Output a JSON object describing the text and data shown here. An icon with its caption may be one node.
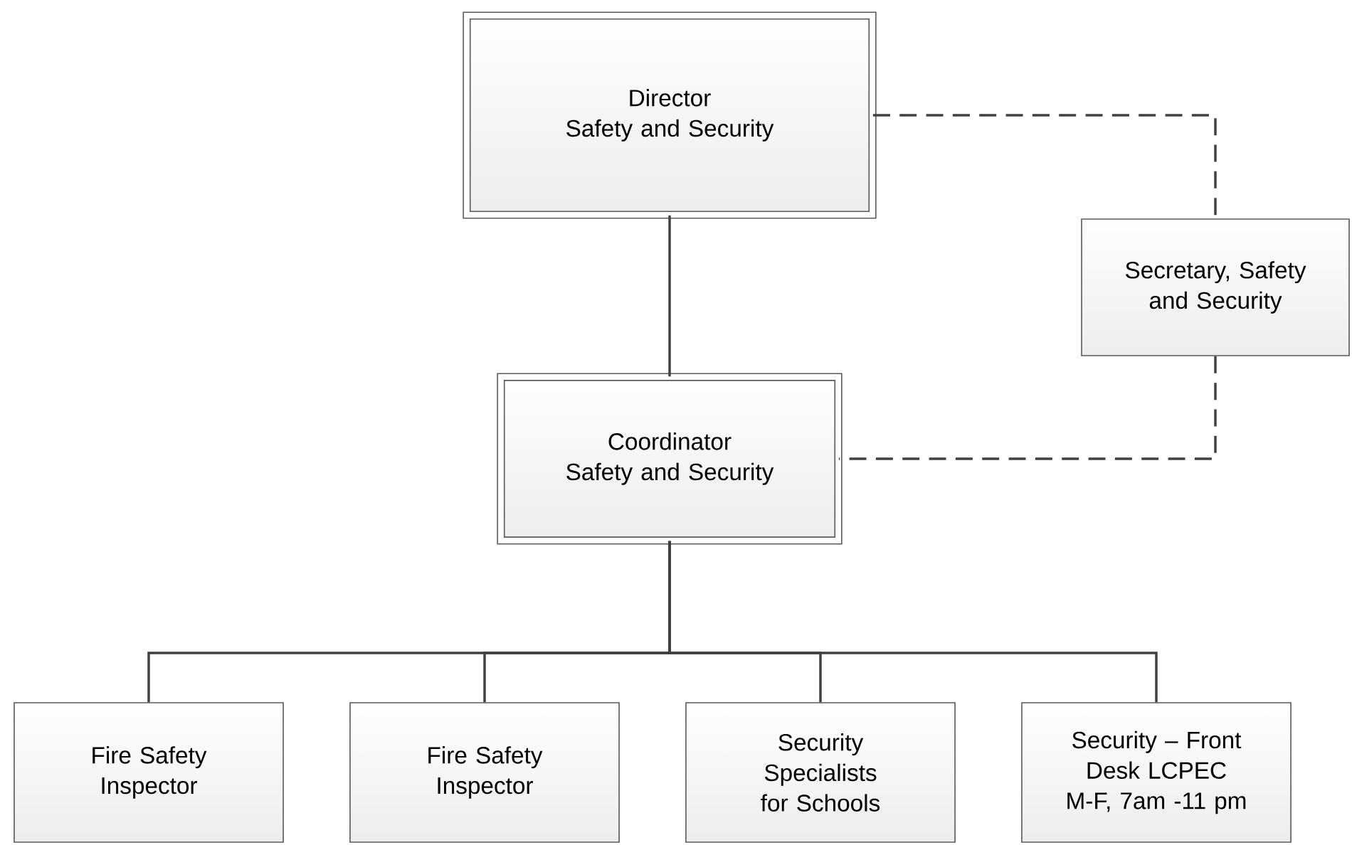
{
  "diagram": {
    "nodes": [
      {
        "text": [
          "Director",
          "Safety and Security"
        ]
      },
      {
        "text": [
          "Secretary, Safety and Security"
        ]
      },
      {
        "text": [
          "Coordinator",
          "Safety and Security"
        ]
      },
      {
        "text": [
          "Fire Safety Inspector"
        ]
      },
      {
        "text": [
          "Fire Safety Inspector"
        ]
      },
      {
        "text": [
          "Security Specialists for Schools"
        ]
      },
      {
        "text": [
          "Security – Front Desk LCPEC M-F, 7am -11 pm"
        ]
      }
    ],
    "edges": [
      {
        "from": 0,
        "to": 2,
        "arrow": "none"
      },
      {
        "from": 0,
        "to": 1,
        "arrow": "none",
        "style": "dashed"
      },
      {
        "from": 1,
        "to": 2,
        "arrow": "none",
        "style": "dashed"
      },
      {
        "from": 2,
        "to": 3,
        "arrow": "none"
      },
      {
        "from": 2,
        "to": 4,
        "arrow": "none"
      },
      {
        "from": 2,
        "to": 5,
        "arrow": "none"
      },
      {
        "from": 2,
        "to": 6,
        "arrow": "none"
      }
    ]
  }
}
